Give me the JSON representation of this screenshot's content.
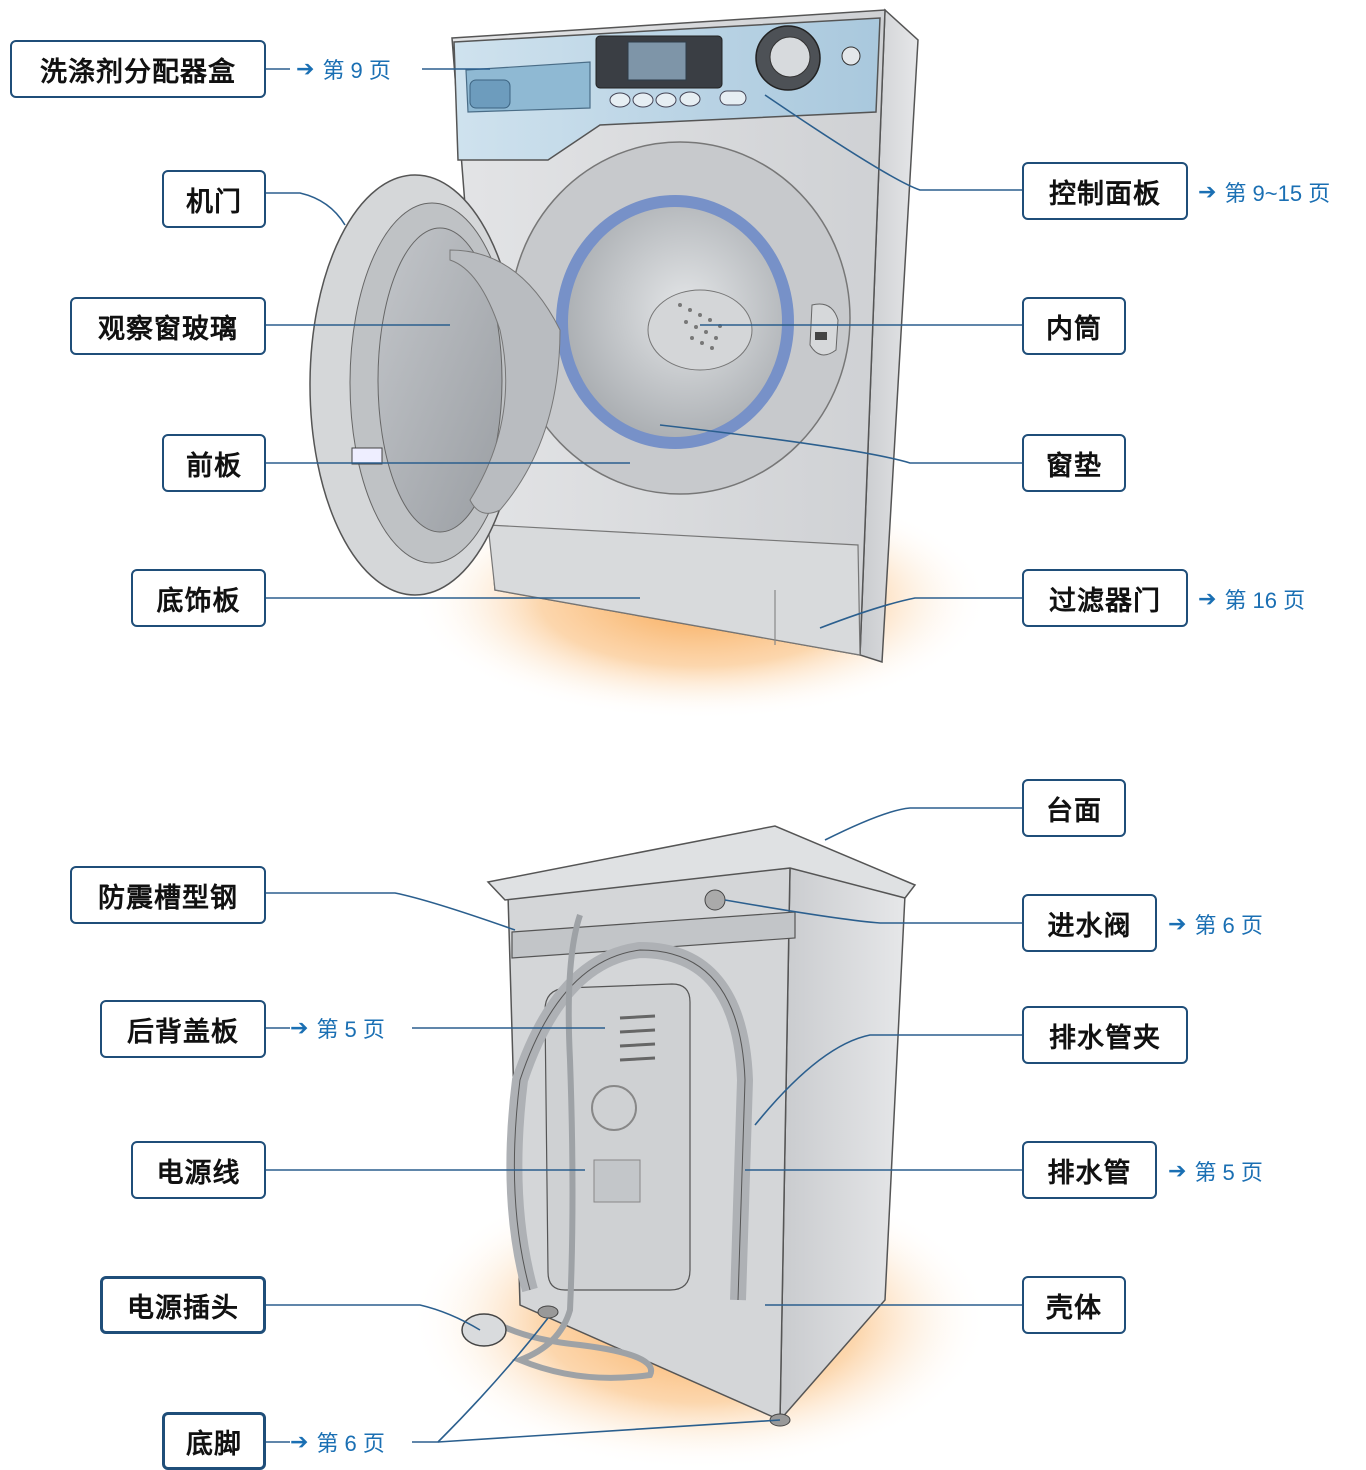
{
  "front": {
    "detergent_drawer": "洗涤剂分配器盒",
    "door": "机门",
    "door_glass": "观察窗玻璃",
    "front_panel": "前板",
    "bottom_panel": "底饰板",
    "control_panel": "控制面板",
    "drum": "内筒",
    "door_seal": "窗垫",
    "filter_door": "过滤器门"
  },
  "back": {
    "top_panel": "台面",
    "shock_channel": "防震槽型钢",
    "back_cover": "后背盖板",
    "power_cord": "电源线",
    "power_plug": "电源插头",
    "feet": "底脚",
    "inlet_valve": "进水阀",
    "hose_clip": "排水管夹",
    "drain_hose": "排水管",
    "cabinet": "壳体"
  },
  "refs": {
    "detergent_drawer": "第 9 页",
    "control_panel": "第 9~15 页",
    "filter_door": "第 16 页",
    "back_cover": "第 5 页",
    "feet": "第 6 页",
    "inlet_valve": "第 6 页",
    "drain_hose": "第 5 页"
  },
  "arrow_icon": "➔",
  "colors": {
    "label_border": "#1f4e79",
    "ref_text": "#1a6fb3",
    "leader": "#2b5f8e",
    "glow": "#f8a34c"
  }
}
